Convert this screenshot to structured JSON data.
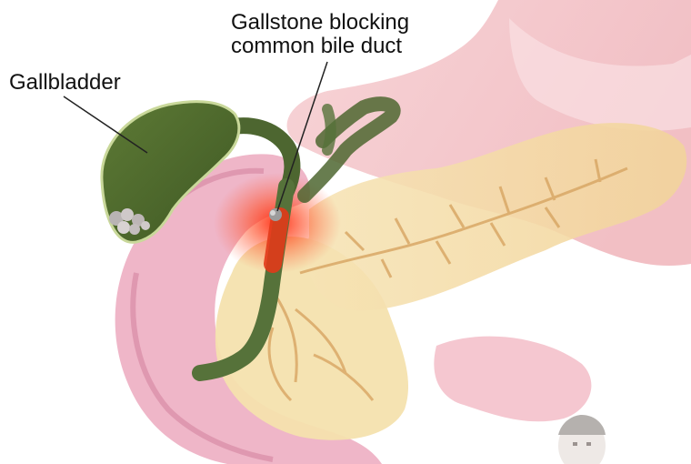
{
  "labels": {
    "gallbladder": "Gallbladder",
    "gallstone_line1": "Gallstone blocking",
    "gallstone_line2": "common bile duct"
  },
  "colors": {
    "gallbladder": "#4f6a2e",
    "bile_duct": "#56723a",
    "pancreas": "#f1d9a2",
    "duodenum": "#efb6c8",
    "stomach": "#f3c9cd",
    "blockage_glow": "#ff2a10"
  }
}
